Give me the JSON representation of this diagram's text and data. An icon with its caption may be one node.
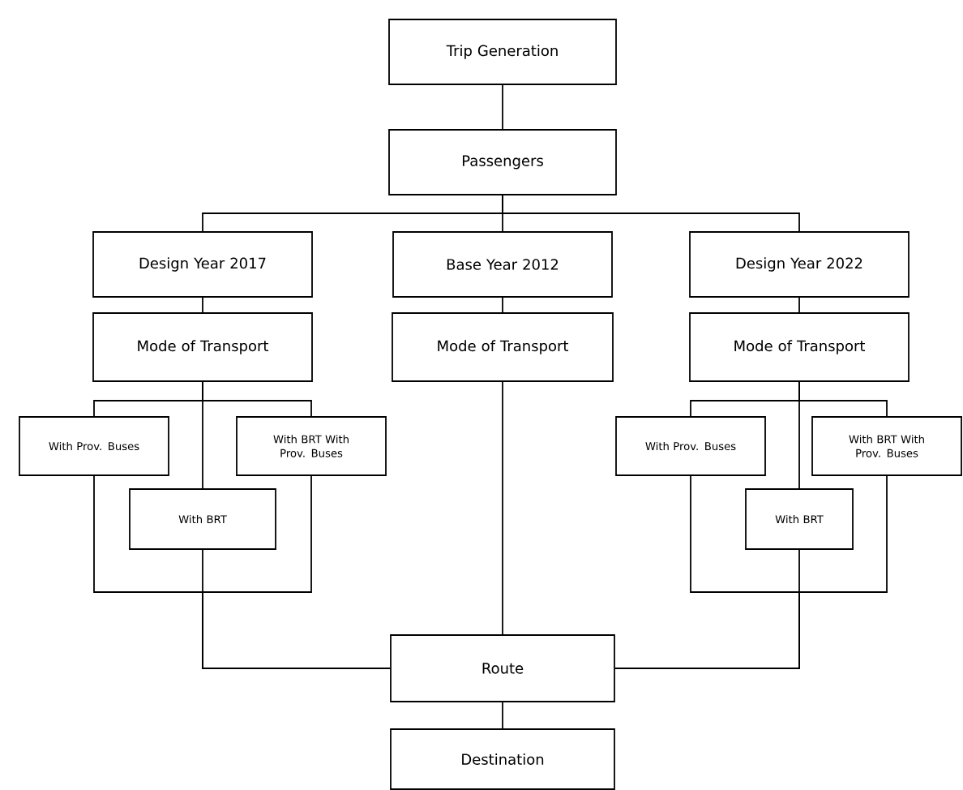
{
  "diagram": {
    "nodes": [
      {
        "text": [
          "Trip Generation"
        ]
      },
      {
        "text": [
          "Passengers"
        ]
      },
      {
        "text": [
          "Design Year 2017"
        ]
      },
      {
        "text": [
          "Base Year 2012"
        ]
      },
      {
        "text": [
          "Design Year 2022"
        ]
      },
      {
        "text": [
          "Mode of Transport"
        ]
      },
      {
        "text": [
          "Mode of Transport"
        ]
      },
      {
        "text": [
          "Mode of Transport"
        ]
      },
      {
        "text": [
          "With Prov. Buses"
        ]
      },
      {
        "text": [
          "With BRT With Prov. Buses"
        ]
      },
      {
        "text": [
          "With BRT"
        ]
      },
      {
        "text": [
          "With Prov. Buses"
        ]
      },
      {
        "text": [
          "With BRT With Prov. Buses"
        ]
      },
      {
        "text": [
          "With BRT"
        ]
      },
      {
        "text": [
          "Route"
        ]
      },
      {
        "text": [
          "Destination"
        ]
      }
    ],
    "edges": [
      {
        "from": 0,
        "to": 1,
        "arrow": "none"
      },
      {
        "from": 1,
        "to": 2,
        "arrow": "none"
      },
      {
        "from": 1,
        "to": 3,
        "arrow": "none"
      },
      {
        "from": 1,
        "to": 4,
        "arrow": "none"
      },
      {
        "from": 2,
        "to": 5,
        "arrow": "none"
      },
      {
        "from": 3,
        "to": 6,
        "arrow": "none"
      },
      {
        "from": 4,
        "to": 7,
        "arrow": "none"
      },
      {
        "from": 5,
        "to": 8,
        "arrow": "none"
      },
      {
        "from": 5,
        "to": 9,
        "arrow": "none"
      },
      {
        "from": 5,
        "to": 10,
        "arrow": "none"
      },
      {
        "from": 7,
        "to": 11,
        "arrow": "none"
      },
      {
        "from": 7,
        "to": 12,
        "arrow": "none"
      },
      {
        "from": 7,
        "to": 13,
        "arrow": "none"
      },
      {
        "from": 8,
        "to": 14,
        "arrow": "none"
      },
      {
        "from": 9,
        "to": 14,
        "arrow": "none"
      },
      {
        "from": 10,
        "to": 14,
        "arrow": "none"
      },
      {
        "from": 6,
        "to": 14,
        "arrow": "none"
      },
      {
        "from": 11,
        "to": 14,
        "arrow": "none"
      },
      {
        "from": 12,
        "to": 14,
        "arrow": "none"
      },
      {
        "from": 13,
        "to": 14,
        "arrow": "none"
      },
      {
        "from": 14,
        "to": 15,
        "arrow": "none"
      }
    ]
  }
}
